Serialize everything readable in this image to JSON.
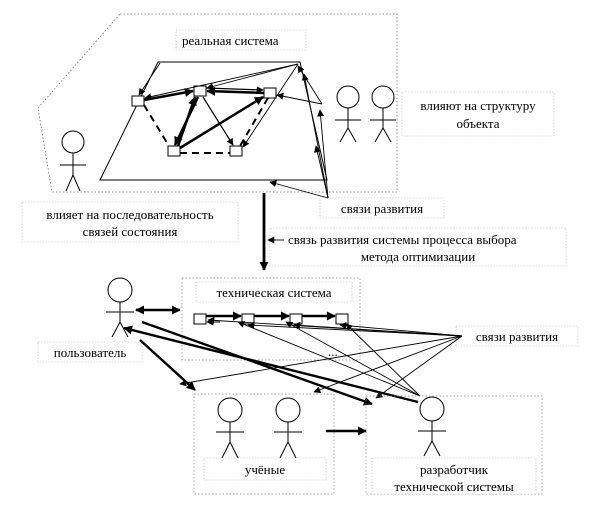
{
  "labels": {
    "real_system": "реальная система",
    "structure_influence_1": "влияют на структуру",
    "structure_influence_2": "объекта",
    "sequence_influence_1": "влияет на последовательность",
    "sequence_influence_2": "связей состояния",
    "development_links_top": "связи развития",
    "development_link_process_1": "связь развития системы процесса выбора",
    "development_link_process_2": "метода оптимизации",
    "technical_system": "техническая система",
    "ellipsis": "...",
    "user": "пользователь",
    "development_links_bottom": "связи развития",
    "scientists": "учёные",
    "developer_1": "разработчик",
    "developer_2": "технической системы"
  }
}
